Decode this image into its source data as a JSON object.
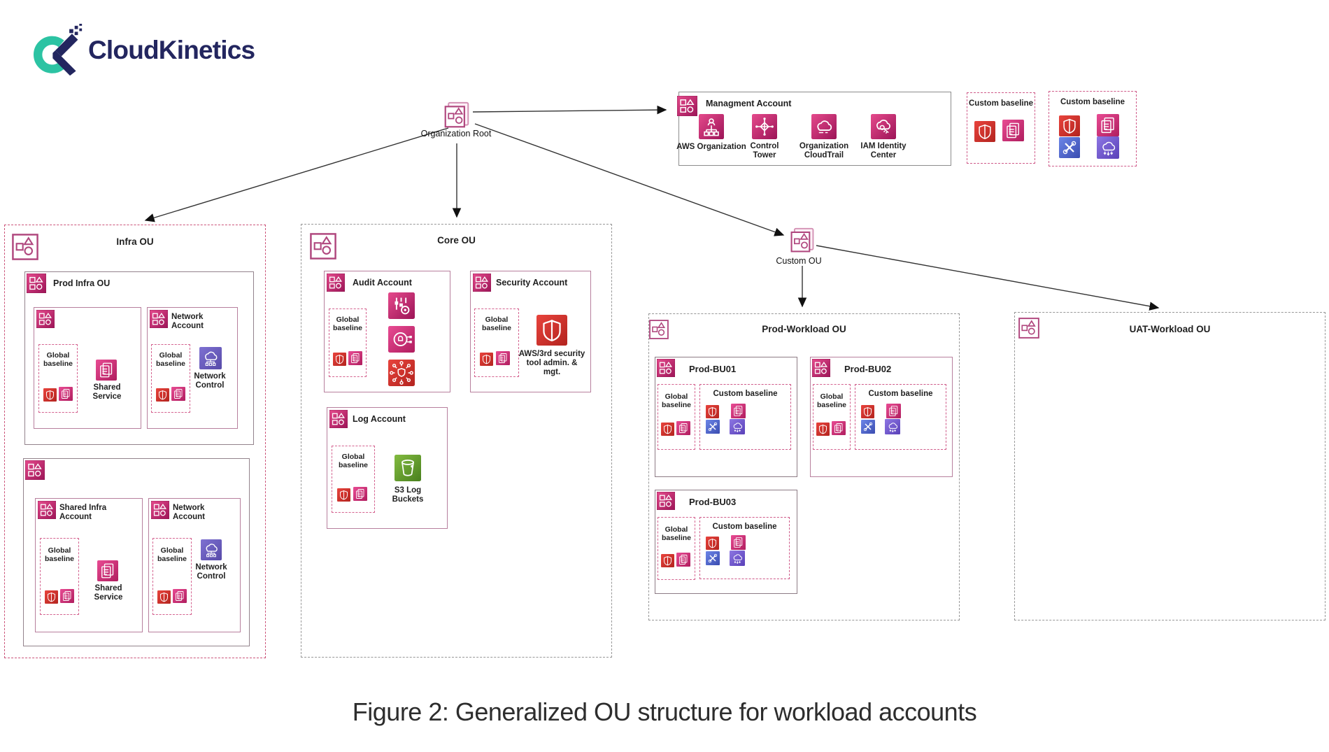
{
  "brand": {
    "name": "CloudKinetics"
  },
  "caption": "Figure 2: Generalized OU structure for workload accounts",
  "labels": {
    "global_baseline": "Global baseline",
    "custom_baseline": "Custom baseline",
    "shared_service": "Shared Service",
    "network_control": "Network Control"
  },
  "org_root": {
    "label": "Organization Root",
    "icon": "organization-root-icon"
  },
  "custom_ou_node": {
    "label": "Custom OU",
    "icon": "organizational-unit-icon"
  },
  "management_account": {
    "title": "Managment Account",
    "icon": "aws-account-icon",
    "services": [
      {
        "label": "AWS Organization",
        "icon": "aws-organizations-icon"
      },
      {
        "label": "Control Tower",
        "icon": "control-tower-icon"
      },
      {
        "label": "Organization CloudTrail",
        "icon": "cloudtrail-icon"
      },
      {
        "label": "IAM Identity Center",
        "icon": "iam-identity-center-icon"
      }
    ]
  },
  "custom_baseline_boxes": [
    {
      "title": "Custom baseline",
      "icons": [
        "shield-icon",
        "policy-clipboard-icon"
      ]
    },
    {
      "title": "Custom baseline",
      "icons": [
        "shield-icon",
        "policy-clipboard-icon",
        "tools-icon",
        "cloud-deploy-icon"
      ]
    }
  ],
  "infra_ou": {
    "title": "Infra OU",
    "prod_infra_ou": {
      "title": "Prod Infra OU",
      "shared_account": {
        "service": "Shared Service"
      },
      "network_account": {
        "title": "Network Account",
        "service": "Network Control"
      }
    },
    "shared_group": {
      "shared_account": {
        "title": "Shared Infra Account",
        "service": "Shared Service"
      },
      "network_account": {
        "title": "Network Account",
        "service": "Network Control"
      }
    }
  },
  "core_ou": {
    "title": "Core OU",
    "audit_account": {
      "title": "Audit Account",
      "service_icons": [
        "config-icon",
        "detective-icon",
        "security-hub-icon"
      ]
    },
    "security_account": {
      "title": "Security Account",
      "service": "AWS/3rd security tool admin. & mgt."
    },
    "log_account": {
      "title": "Log Account",
      "service": "S3 Log Buckets"
    }
  },
  "prod_workload_ou": {
    "title": "Prod-Workload OU",
    "business_units": [
      {
        "title": "Prod-BU01"
      },
      {
        "title": "Prod-BU02"
      },
      {
        "title": "Prod-BU03"
      }
    ]
  },
  "uat_workload_ou": {
    "title": "UAT-Workload OU"
  },
  "icons": {
    "organization-root-icon": "stacked squares with square/triangle/circle outline",
    "organizational-unit-icon": "square outline with square/triangle/circle",
    "aws-account-icon": "magenta square with white square/triangle/circle",
    "shield-icon": "red square with white shield",
    "policy-clipboard-icon": "pink square with white document stack",
    "tools-icon": "blue square with crossed tools",
    "cloud-deploy-icon": "purple square with cloud and down arrows",
    "config-icon": "pink square with sliders and gear",
    "detective-icon": "pink square with circle lens and lock",
    "security-hub-icon": "red square with hub and spokes",
    "network-control-icon": "purple square with cloud over nodes",
    "s3-bucket-icon": "green square with white bucket",
    "aws-organizations-icon": "pink square with org chart",
    "control-tower-icon": "pink square with compass cross",
    "cloudtrail-icon": "pink square with cloud",
    "iam-identity-center-icon": "pink square with cloud and key"
  },
  "colors": {
    "accent_pink": "#c9256b",
    "security_red": "#d7282b",
    "tools_blue": "#4c5fc0",
    "network_purple": "#6f5fc6",
    "s3_green": "#5d9c2f",
    "brand_teal": "#2cc3a3",
    "brand_navy": "#23265f"
  }
}
